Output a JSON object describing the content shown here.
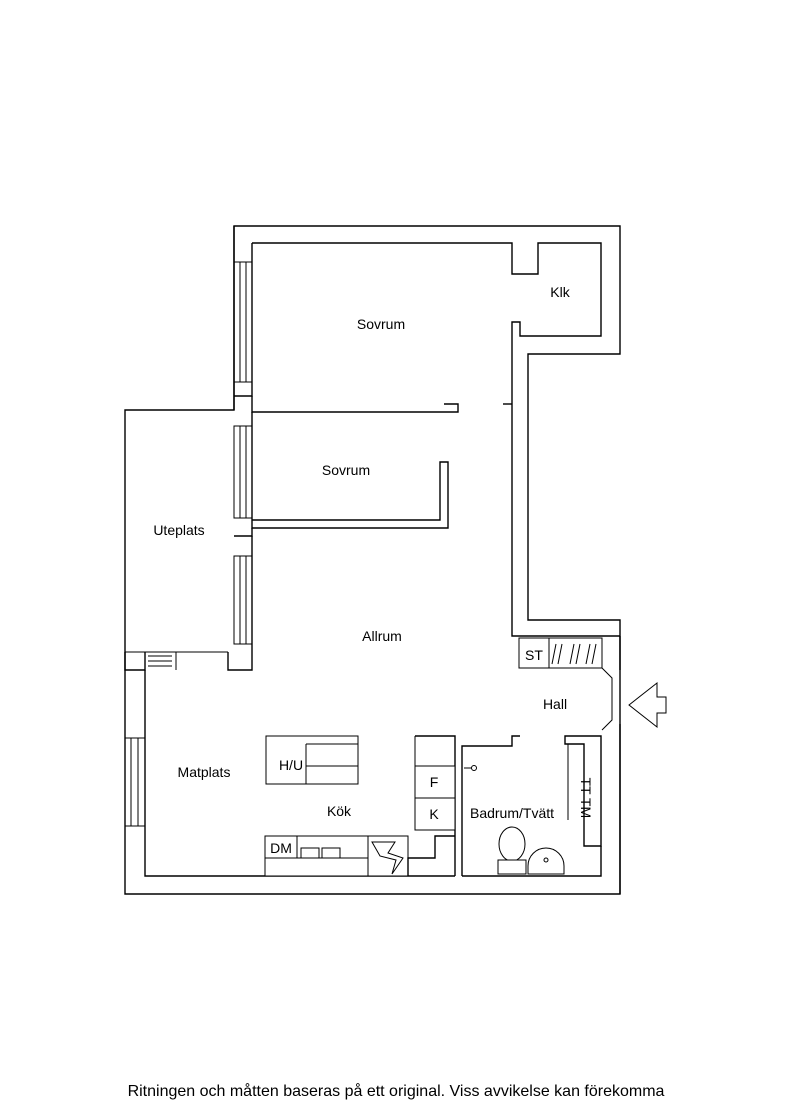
{
  "rooms": {
    "sovrum_1": "Sovrum",
    "klk": "Klk",
    "sovrum_2": "Sovrum",
    "uteplats": "Uteplats",
    "allrum": "Allrum",
    "hall": "Hall",
    "matplats": "Matplats",
    "kok": "Kök",
    "badrum": "Badrum/Tvätt"
  },
  "fixtures": {
    "st": "ST",
    "hu": "H/U",
    "f": "F",
    "k": "K",
    "dm": "DM",
    "tt": "TT",
    "tm": "TM"
  },
  "footer": "Ritningen och måtten baseras på ett original. Viss avvikelse kan förekomma"
}
